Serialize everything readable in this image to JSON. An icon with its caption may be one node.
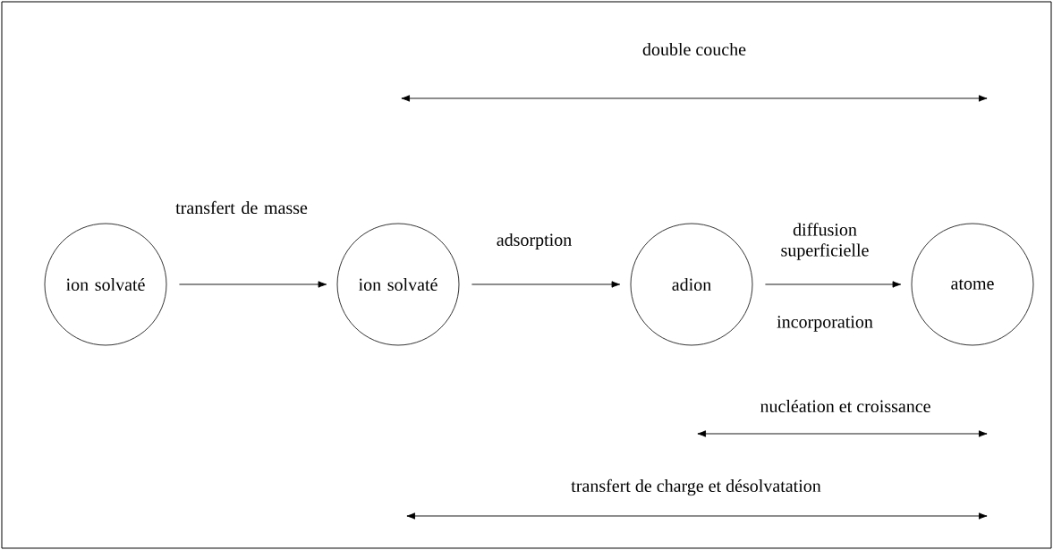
{
  "diagram": {
    "nodes": [
      {
        "text": [
          "ion solvaté"
        ]
      },
      {
        "text": [
          "ion solvaté"
        ]
      },
      {
        "text": [
          "adion"
        ]
      },
      {
        "text": [
          "atome"
        ]
      }
    ],
    "edges": [
      {
        "from": 0,
        "to": 1,
        "arrow": "to",
        "label": "transfert de masse"
      },
      {
        "from": 1,
        "to": 2,
        "arrow": "to",
        "label": "adsorption"
      },
      {
        "from": 2,
        "to": 3,
        "arrow": "to",
        "label": "diffusion superficielle"
      }
    ],
    "labels": [
      "double couche",
      "incorporation",
      "nucléation et croissance",
      "transfert de charge et désolvatation"
    ]
  }
}
